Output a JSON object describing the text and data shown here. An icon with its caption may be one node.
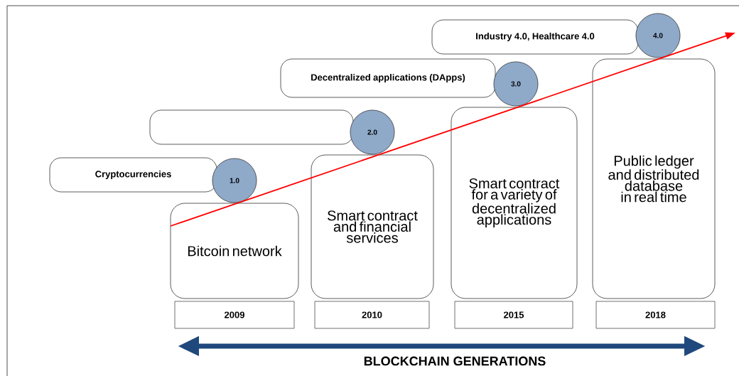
{
  "diagram": {
    "nodes": [
      {
        "text": [
          "Cryptocurrencies"
        ]
      },
      {
        "text": [],
        "shape": "box"
      },
      {
        "text": [
          "Decentralized applications (DApps)"
        ]
      },
      {
        "text": [
          "Industry 4.0, Healthcare 4.0"
        ]
      },
      {
        "text": [
          "1.0"
        ]
      },
      {
        "text": [
          "2.0"
        ]
      },
      {
        "text": [
          "3.0"
        ]
      },
      {
        "text": [
          "4.0"
        ]
      },
      {
        "text": [
          "Bitcoin network"
        ]
      },
      {
        "text": [
          "Smart contract and financial services"
        ]
      },
      {
        "text": [
          "Smart contract for a variety of decentralized applications"
        ]
      },
      {
        "text": [
          "Public ledger and distributed database in real time"
        ]
      },
      {
        "text": [
          "2009"
        ]
      },
      {
        "text": [
          "2010"
        ]
      },
      {
        "text": [
          "2015"
        ]
      },
      {
        "text": [
          "2018"
        ]
      }
    ],
    "labels": [
      "BLOCKCHAIN GENERATIONS"
    ]
  }
}
